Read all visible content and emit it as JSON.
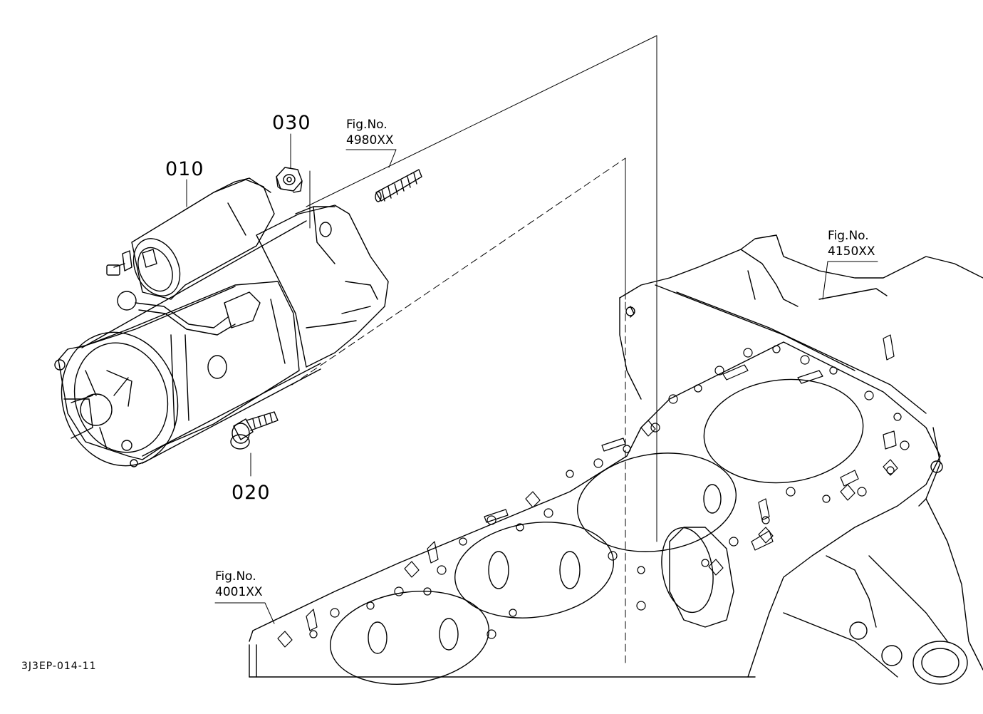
{
  "parts": {
    "p010": "010",
    "p020": "020",
    "p030": "030"
  },
  "figure_refs": {
    "f4980": {
      "prefix": "Fig.No.",
      "number": "4980XX"
    },
    "f4150": {
      "prefix": "Fig.No.",
      "number": "4150XX"
    },
    "f4001": {
      "prefix": "Fig.No.",
      "number": "4001XX"
    }
  },
  "drawing_code": "3J3EP-014-11",
  "colors": {
    "line": "#000000",
    "background": "#ffffff"
  }
}
